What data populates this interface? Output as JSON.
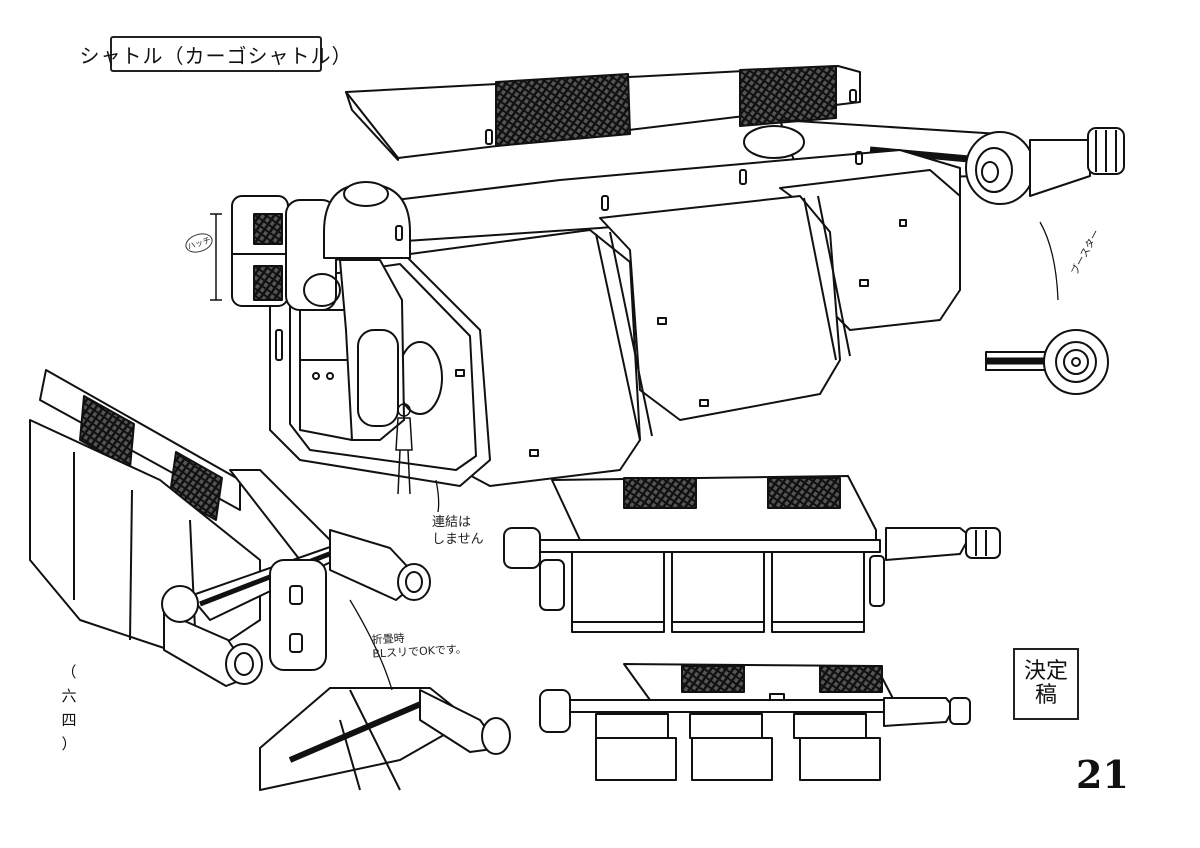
{
  "title": "シャトル（カーゴシャトル）",
  "stamp": "決定稿",
  "page_number": "21",
  "side_page": [
    "（",
    "六",
    "四",
    "）"
  ],
  "notes": {
    "link_line1": "連結は",
    "link_line2": "しません",
    "folded_line1": "折畳時",
    "folded_line2": "BLスリでOKです。",
    "booster": "ブースター",
    "size_mark": "ハッチ"
  },
  "colors": {
    "ink": "#111111",
    "paper": "#ffffff"
  }
}
